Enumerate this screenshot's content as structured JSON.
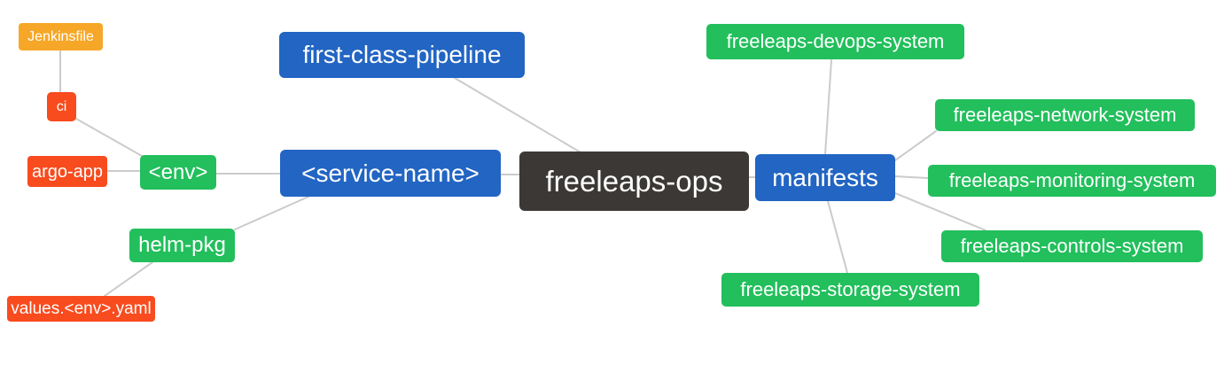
{
  "diagram": {
    "type": "mindmap",
    "root": "freeleaps-ops"
  },
  "colors": {
    "blue": "#2265c3",
    "green": "#22bf5c",
    "orange": "#f7a727",
    "red": "#f84b1e",
    "dark": "#3b3835",
    "edge": "#cbcbcb",
    "text": "#ffffff",
    "background": "#ffffff"
  },
  "nodes": {
    "jenkinsfile": {
      "label": "Jenkinsfile",
      "color": "orange"
    },
    "ci": {
      "label": "ci",
      "color": "red"
    },
    "argo_app": {
      "label": "argo-app",
      "color": "red"
    },
    "env": {
      "label": "<env>",
      "color": "green"
    },
    "helm_pkg": {
      "label": "helm-pkg",
      "color": "green"
    },
    "values_env_yaml": {
      "label": "values.<env>.yaml",
      "color": "red"
    },
    "first_class_pipeline": {
      "label": "first-class-pipeline",
      "color": "blue"
    },
    "service_name": {
      "label": "<service-name>",
      "color": "blue"
    },
    "freeleaps_ops": {
      "label": "freeleaps-ops",
      "color": "dark"
    },
    "manifests": {
      "label": "manifests",
      "color": "blue"
    },
    "devops_system": {
      "label": "freeleaps-devops-system",
      "color": "green"
    },
    "network_system": {
      "label": "freeleaps-network-system",
      "color": "green"
    },
    "monitoring_system": {
      "label": "freeleaps-monitoring-system",
      "color": "green"
    },
    "controls_system": {
      "label": "freeleaps-controls-system",
      "color": "green"
    },
    "storage_system": {
      "label": "freeleaps-storage-system",
      "color": "green"
    }
  },
  "edges": [
    {
      "from": "jenkinsfile",
      "to": "ci"
    },
    {
      "from": "ci",
      "to": "env"
    },
    {
      "from": "argo_app",
      "to": "env"
    },
    {
      "from": "env",
      "to": "service_name"
    },
    {
      "from": "helm_pkg",
      "to": "service_name"
    },
    {
      "from": "values_env_yaml",
      "to": "helm_pkg"
    },
    {
      "from": "service_name",
      "to": "freeleaps_ops"
    },
    {
      "from": "first_class_pipeline",
      "to": "freeleaps_ops"
    },
    {
      "from": "freeleaps_ops",
      "to": "manifests"
    },
    {
      "from": "manifests",
      "to": "devops_system"
    },
    {
      "from": "manifests",
      "to": "network_system"
    },
    {
      "from": "manifests",
      "to": "monitoring_system"
    },
    {
      "from": "manifests",
      "to": "controls_system"
    },
    {
      "from": "manifests",
      "to": "storage_system"
    }
  ]
}
